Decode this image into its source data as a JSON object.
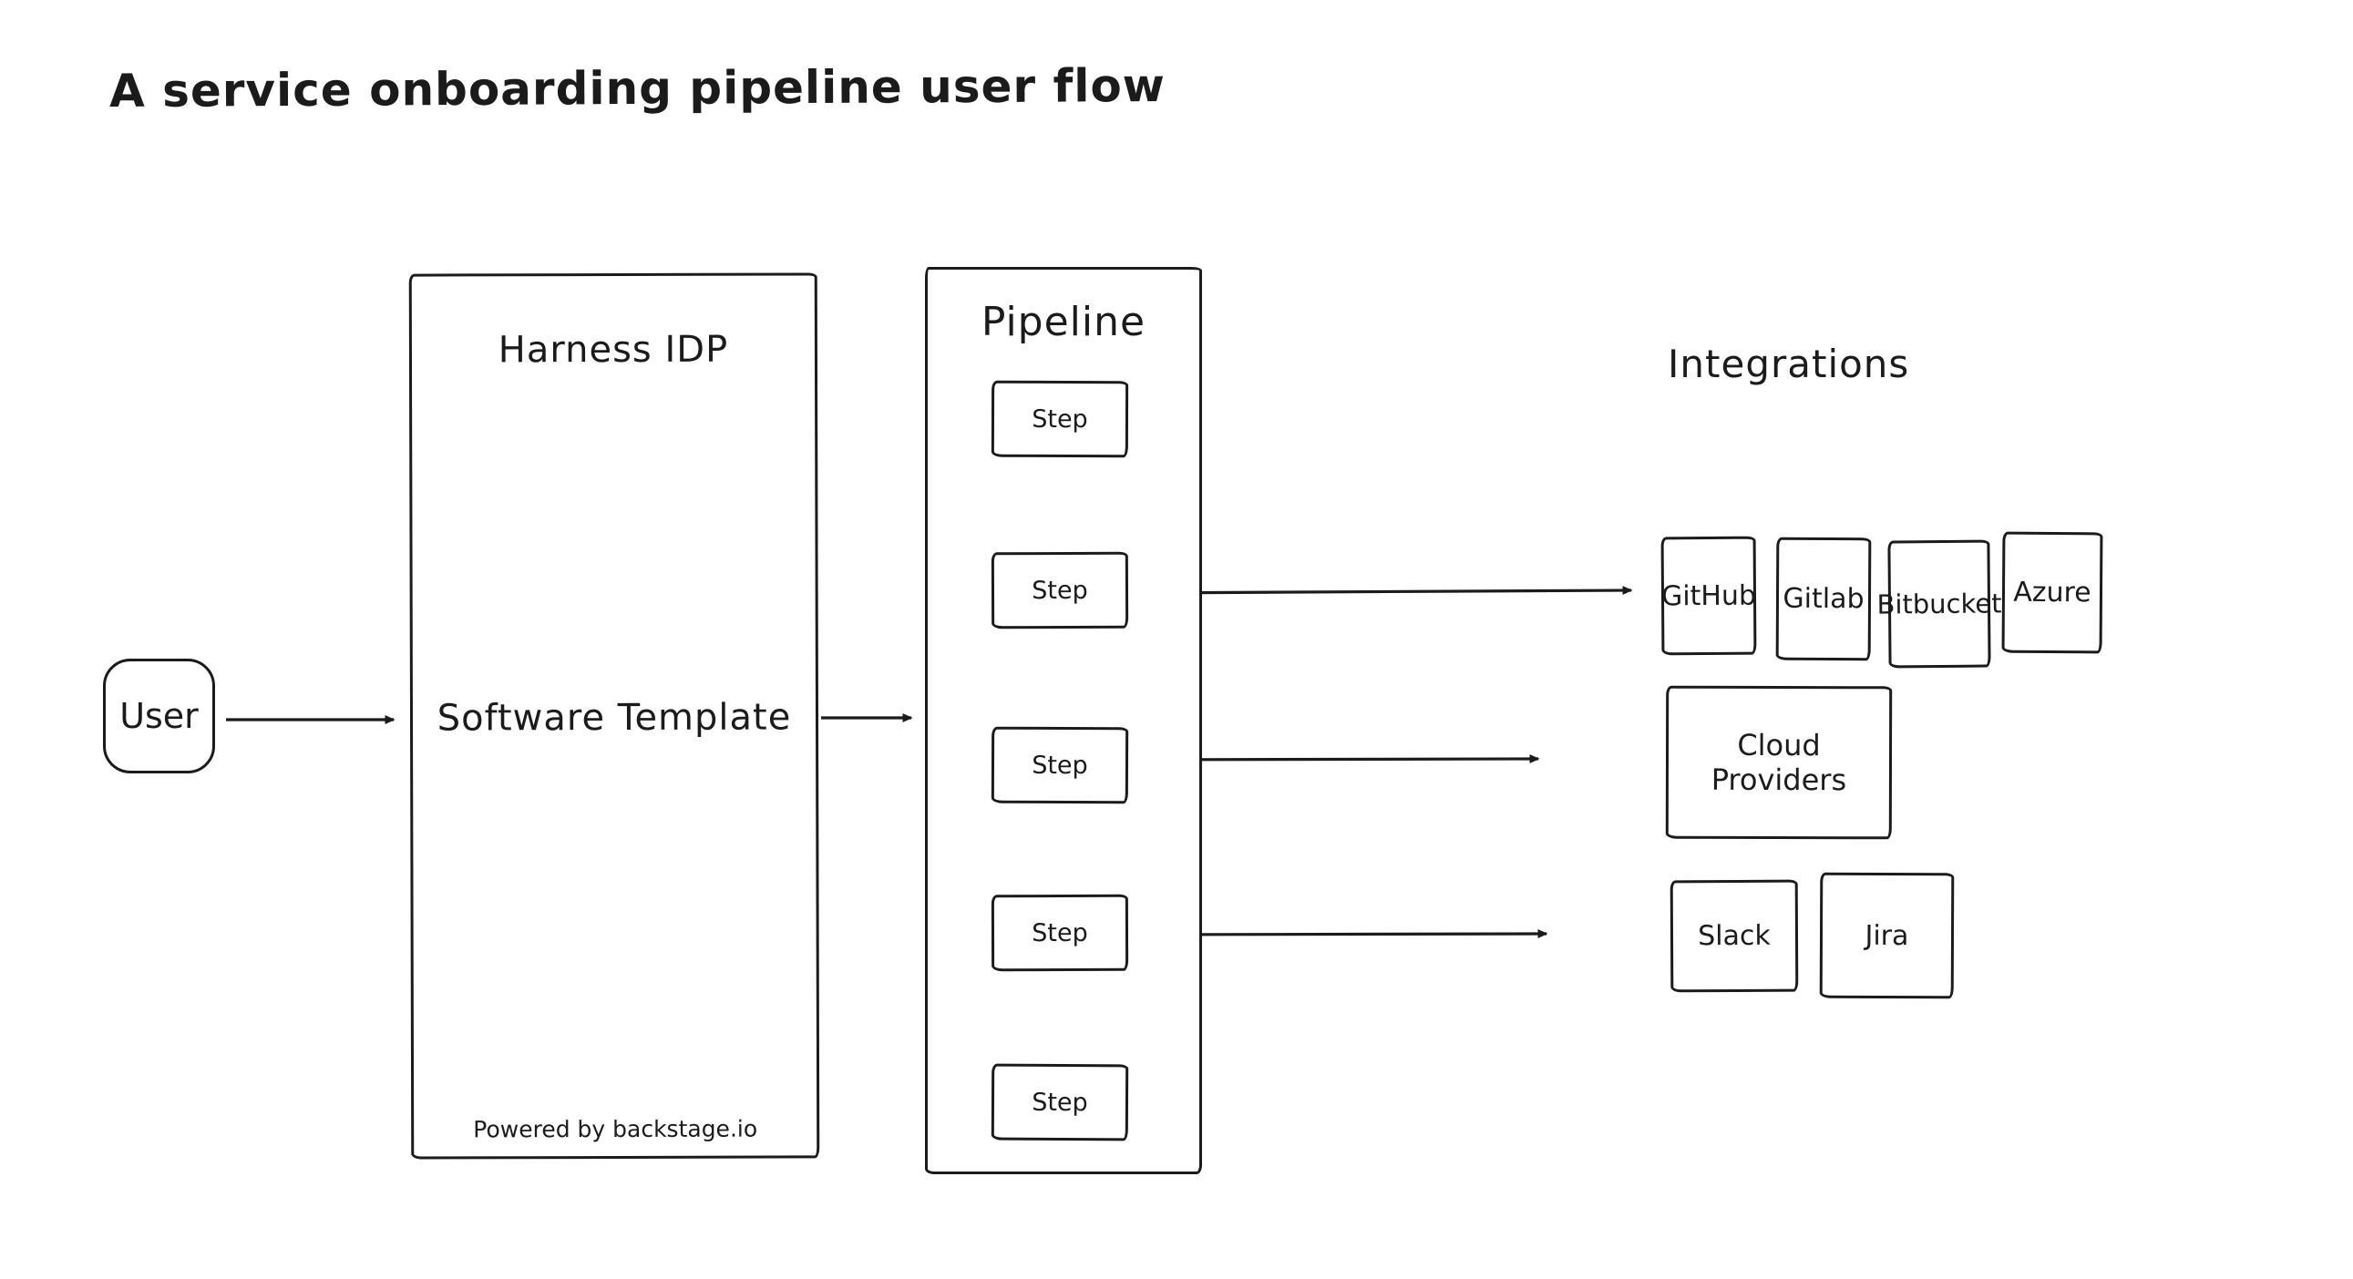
{
  "title": "A service onboarding pipeline user flow",
  "user": {
    "label": "User"
  },
  "harness": {
    "title": "Harness IDP",
    "body": "Software Template",
    "footer": "Powered by backstage.io"
  },
  "pipeline": {
    "title": "Pipeline",
    "steps": [
      "Step",
      "Step",
      "Step",
      "Step",
      "Step"
    ]
  },
  "integrations": {
    "title": "Integrations",
    "source_control": [
      "GitHub",
      "Gitlab",
      "Bitbucket",
      "Azure"
    ],
    "cloud": [
      "Cloud Providers"
    ],
    "collaboration": [
      "Slack",
      "Jira"
    ]
  },
  "colors": {
    "stroke": "#1b1b1b",
    "background": "#ffffff"
  }
}
